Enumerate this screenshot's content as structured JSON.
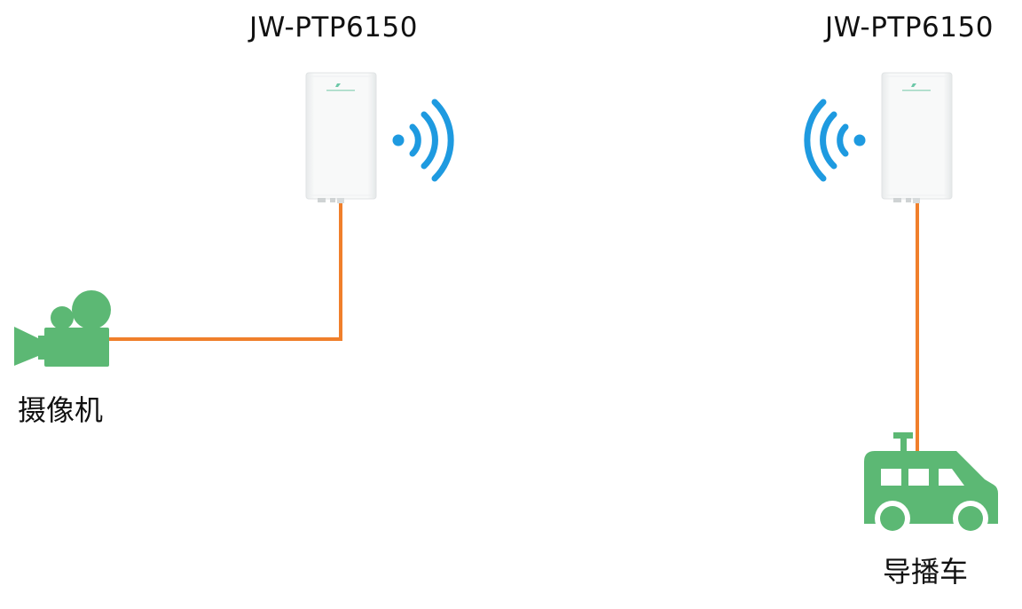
{
  "devices": {
    "left": {
      "model": "JW-PTP6150"
    },
    "right": {
      "model": "JW-PTP6150"
    }
  },
  "endpoints": {
    "camera": {
      "label": "摄像机",
      "icon": "video-camera-icon"
    },
    "van": {
      "label": "导播车",
      "icon": "broadcast-van-icon"
    }
  },
  "colors": {
    "cable": "#f07f2b",
    "wifi": "#1e9ae0",
    "icon": "#5cb874",
    "device_body": "#f6f7f7",
    "device_edge": "#dde1e2",
    "text": "#111111"
  }
}
